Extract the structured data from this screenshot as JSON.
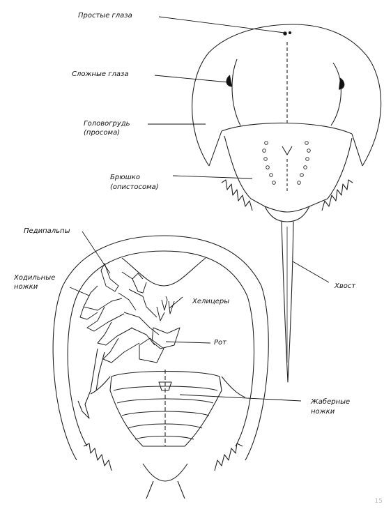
{
  "labels": {
    "simple_eyes": "Простые глаза",
    "compound_eyes": "Сложные глаза",
    "prosoma_line1": "Головогрудь",
    "prosoma_line2": "(просома)",
    "abdomen_line1": "Брюшко",
    "abdomen_line2": "(опистосома)",
    "pedipalps": "Педипальпы",
    "walking_legs_line1": "Ходильные",
    "walking_legs_line2": "ножки",
    "chelicerae": "Хелицеры",
    "mouth": "Рот",
    "tail": "Хвост",
    "gill_legs_line1": "Жаберные",
    "gill_legs_line2": "ножки"
  },
  "page_number": "15"
}
